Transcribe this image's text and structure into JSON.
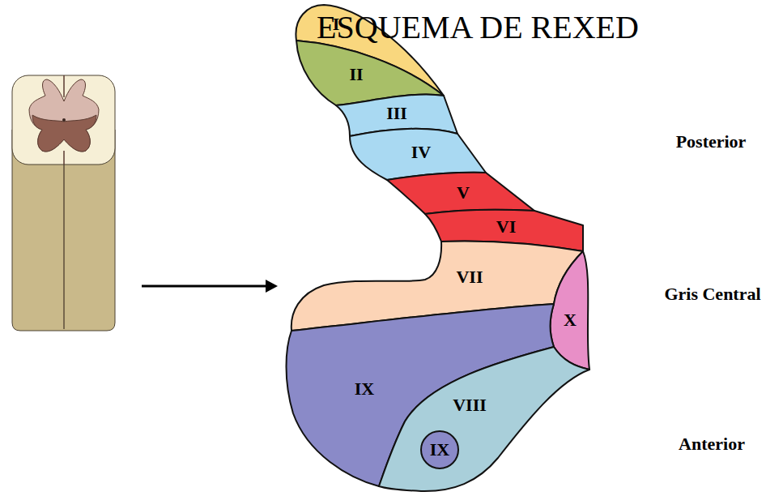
{
  "diagram": {
    "title": "ESQUEMA DE REXED",
    "nodes": [
      {
        "text": [
          "I"
        ]
      },
      {
        "text": [
          "II"
        ]
      },
      {
        "text": [
          "III"
        ]
      },
      {
        "text": [
          "IV"
        ]
      },
      {
        "text": [
          "V"
        ]
      },
      {
        "text": [
          "VI"
        ]
      },
      {
        "text": [
          "VII"
        ]
      },
      {
        "text": [
          "X"
        ]
      },
      {
        "text": [
          "IX"
        ]
      },
      {
        "text": [
          "VIII"
        ]
      },
      {
        "text": [
          "IX"
        ],
        "in": 9
      }
    ],
    "labels": [
      "Posterior",
      "Gris Central",
      "Anterior"
    ]
  }
}
